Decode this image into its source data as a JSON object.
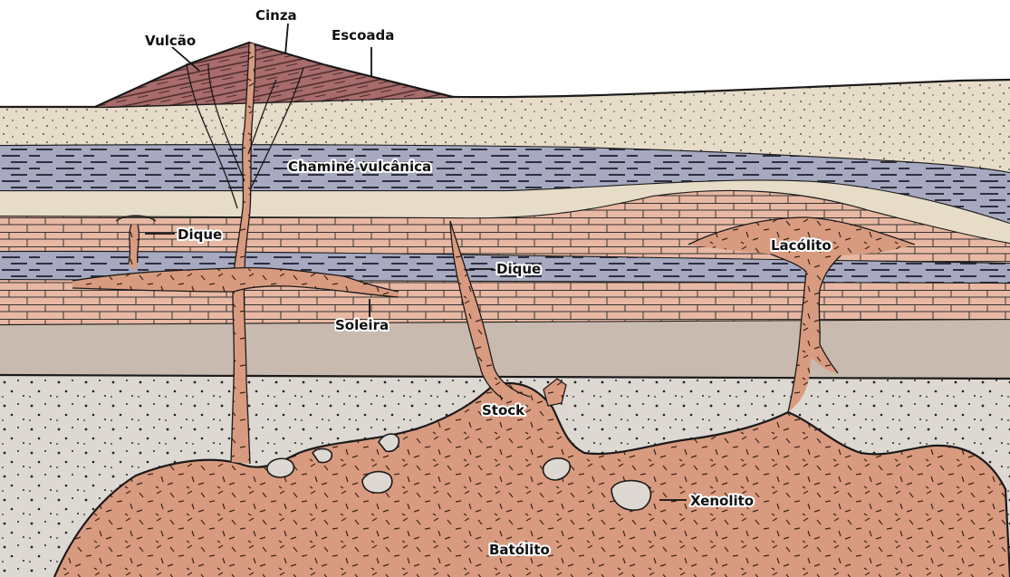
{
  "labels": {
    "vulcao": "Vulcão",
    "cinza": "Cinza",
    "escoada": "Escoada",
    "chamine": "Chaminé vulcânica",
    "dique_left": "Dique",
    "dique_center": "Dique",
    "lacolito": "Lacólito",
    "soleira": "Soleira",
    "stock": "Stock",
    "xenolito": "Xenolito",
    "batolito": "Batólito"
  },
  "colors": {
    "magma": "#d99b80",
    "sandstone": "#e6dcc8",
    "shale": "#a6a9bf",
    "shale_dash": "#2e2f3f",
    "brick": "#e8b8a3",
    "gray_band": "#c9bab0",
    "granular": "#ded8d3",
    "cone": "#a86c6c"
  }
}
